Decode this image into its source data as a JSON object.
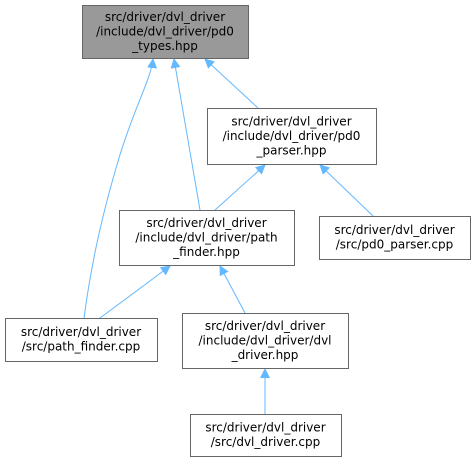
{
  "diagram": {
    "nodes": [
      {
        "id": "pd0_types_hpp",
        "lines": [
          "src/driver/dvl_driver",
          "/include/dvl_driver/pd0",
          "_types.hpp"
        ],
        "highlighted": true
      },
      {
        "id": "pd0_parser_hpp",
        "lines": [
          "src/driver/dvl_driver",
          "/include/dvl_driver/pd0",
          "_parser.hpp"
        ],
        "highlighted": false
      },
      {
        "id": "path_finder_hpp",
        "lines": [
          "src/driver/dvl_driver",
          "/include/dvl_driver/path",
          "_finder.hpp"
        ],
        "highlighted": false
      },
      {
        "id": "pd0_parser_cpp",
        "lines": [
          "src/driver/dvl_driver",
          "/src/pd0_parser.cpp"
        ],
        "highlighted": false
      },
      {
        "id": "path_finder_cpp",
        "lines": [
          "src/driver/dvl_driver",
          "/src/path_finder.cpp"
        ],
        "highlighted": false
      },
      {
        "id": "dvl_driver_hpp",
        "lines": [
          "src/driver/dvl_driver",
          "/include/dvl_driver/dvl",
          "_driver.hpp"
        ],
        "highlighted": false
      },
      {
        "id": "dvl_driver_cpp",
        "lines": [
          "src/driver/dvl_driver",
          "/src/dvl_driver.cpp"
        ],
        "highlighted": false
      }
    ],
    "edges": [
      {
        "from": "pd0_parser_hpp",
        "to": "pd0_types_hpp"
      },
      {
        "from": "path_finder_hpp",
        "to": "pd0_types_hpp"
      },
      {
        "from": "path_finder_cpp",
        "to": "pd0_types_hpp"
      },
      {
        "from": "path_finder_hpp",
        "to": "pd0_parser_hpp"
      },
      {
        "from": "pd0_parser_cpp",
        "to": "pd0_parser_hpp"
      },
      {
        "from": "path_finder_cpp",
        "to": "path_finder_hpp"
      },
      {
        "from": "dvl_driver_hpp",
        "to": "path_finder_hpp"
      },
      {
        "from": "dvl_driver_cpp",
        "to": "dvl_driver_hpp"
      }
    ],
    "colors": {
      "highlight_fill": "#999999",
      "node_fill": "#ffffff",
      "node_border": "#666666",
      "edge": "#63b8ff",
      "text": "#000000"
    }
  }
}
